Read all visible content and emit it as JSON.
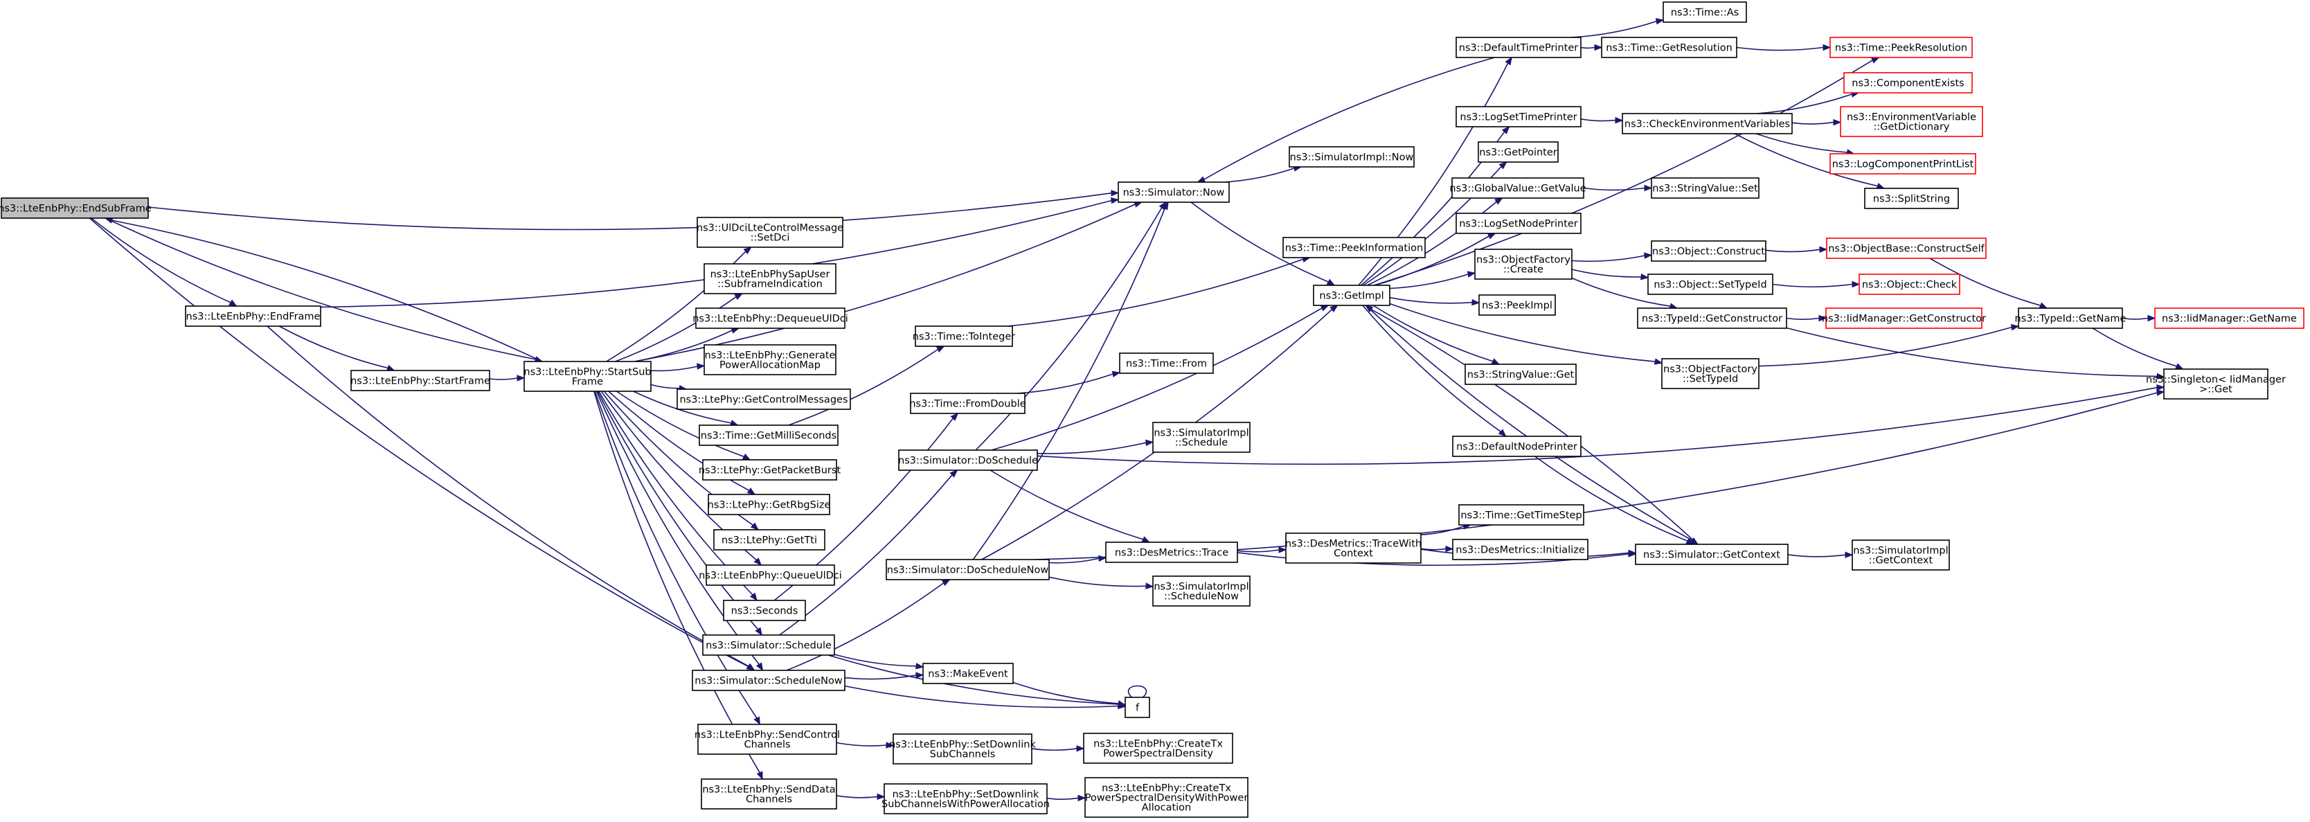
{
  "colors": {
    "edge": "#191970",
    "root_fill": "#bfbfbf",
    "truncated_border": "#ff0000",
    "node_border": "#000000"
  },
  "nodes": {
    "n_endsubframe": {
      "lines": [
        "ns3::LteEnbPhy::EndSubFrame"
      ]
    },
    "n_endframe": {
      "lines": [
        "ns3::LteEnbPhy::EndFrame"
      ]
    },
    "n_startframe": {
      "lines": [
        "ns3::LteEnbPhy::StartFrame"
      ]
    },
    "n_startsub": {
      "lines": [
        "ns3::LteEnbPhy::StartSub",
        "Frame"
      ]
    },
    "n_setdci": {
      "lines": [
        "ns3::UlDciLteControlMessage",
        "::SetDci"
      ]
    },
    "n_sapuser": {
      "lines": [
        "ns3::LteEnbPhySapUser",
        "::SubframeIndication"
      ]
    },
    "n_dequeue": {
      "lines": [
        "ns3::LteEnbPhy::DequeueUlDci"
      ]
    },
    "n_genpower": {
      "lines": [
        "ns3::LteEnbPhy::Generate",
        "PowerAllocationMap"
      ]
    },
    "n_getctrl": {
      "lines": [
        "ns3::LtePhy::GetControlMessages"
      ]
    },
    "n_getmilli": {
      "lines": [
        "ns3::Time::GetMilliSeconds"
      ]
    },
    "n_getpacket": {
      "lines": [
        "ns3::LtePhy::GetPacketBurst"
      ]
    },
    "n_getrbg": {
      "lines": [
        "ns3::LtePhy::GetRbgSize"
      ]
    },
    "n_gettti": {
      "lines": [
        "ns3::LtePhy::GetTti"
      ]
    },
    "n_queueul": {
      "lines": [
        "ns3::LteEnbPhy::QueueUlDci"
      ]
    },
    "n_seconds": {
      "lines": [
        "ns3::Seconds"
      ]
    },
    "n_schedule": {
      "lines": [
        "ns3::Simulator::Schedule"
      ]
    },
    "n_schednow": {
      "lines": [
        "ns3::Simulator::ScheduleNow"
      ]
    },
    "n_sendctrl": {
      "lines": [
        "ns3::LteEnbPhy::SendControl",
        "Channels"
      ]
    },
    "n_senddata": {
      "lines": [
        "ns3::LteEnbPhy::SendData",
        "Channels"
      ]
    },
    "n_simnow": {
      "lines": [
        "ns3::Simulator::Now"
      ]
    },
    "n_tointeger": {
      "lines": [
        "ns3::Time::ToInteger"
      ]
    },
    "n_fromdouble": {
      "lines": [
        "ns3::Time::FromDouble"
      ]
    },
    "n_doschedule": {
      "lines": [
        "ns3::Simulator::DoSchedule"
      ]
    },
    "n_doschednow": {
      "lines": [
        "ns3::Simulator::DoScheduleNow"
      ]
    },
    "n_makeevent": {
      "lines": [
        "ns3::MakeEvent"
      ]
    },
    "n_f": {
      "lines": [
        "f"
      ]
    },
    "n_setdl": {
      "lines": [
        "ns3::LteEnbPhy::SetDownlink",
        "SubChannels"
      ]
    },
    "n_setdlpa": {
      "lines": [
        "ns3::LteEnbPhy::SetDownlink",
        "SubChannelsWithPowerAllocation"
      ]
    },
    "n_implnow": {
      "lines": [
        "ns3::SimulatorImpl::Now"
      ]
    },
    "n_peekinfo": {
      "lines": [
        "ns3::Time::PeekInformation"
      ]
    },
    "n_from": {
      "lines": [
        "ns3::Time::From"
      ]
    },
    "n_implsched": {
      "lines": [
        "ns3::SimulatorImpl",
        "::Schedule"
      ]
    },
    "n_destrace": {
      "lines": [
        "ns3::DesMetrics::Trace"
      ]
    },
    "n_implschednow": {
      "lines": [
        "ns3::SimulatorImpl",
        "::ScheduleNow"
      ]
    },
    "n_createtx": {
      "lines": [
        "ns3::LteEnbPhy::CreateTx",
        "PowerSpectralDensity"
      ]
    },
    "n_createtxpa": {
      "lines": [
        "ns3::LteEnbPhy::CreateTx",
        "PowerSpectralDensityWithPower",
        "Allocation"
      ]
    },
    "n_getimpl": {
      "lines": [
        "ns3::GetImpl"
      ]
    },
    "n_tracectx": {
      "lines": [
        "ns3::DesMetrics::TraceWith",
        "Context"
      ]
    },
    "n_deftime": {
      "lines": [
        "ns3::DefaultTimePrinter"
      ]
    },
    "n_logtime": {
      "lines": [
        "ns3::LogSetTimePrinter"
      ]
    },
    "n_getpointer": {
      "lines": [
        "ns3::GetPointer"
      ]
    },
    "n_gvgetvalue": {
      "lines": [
        "ns3::GlobalValue::GetValue"
      ]
    },
    "n_lognode": {
      "lines": [
        "ns3::LogSetNodePrinter"
      ]
    },
    "n_ofcreate": {
      "lines": [
        "ns3::ObjectFactory",
        "::Create"
      ]
    },
    "n_peekimpl": {
      "lines": [
        "ns3::PeekImpl"
      ]
    },
    "n_svget": {
      "lines": [
        "ns3::StringValue::Get"
      ]
    },
    "n_defnode": {
      "lines": [
        "ns3::DefaultNodePrinter"
      ]
    },
    "n_gettimestep": {
      "lines": [
        "ns3::Time::GetTimeStep"
      ]
    },
    "n_desinit": {
      "lines": [
        "ns3::DesMetrics::Initialize"
      ]
    },
    "n_getcontext": {
      "lines": [
        "ns3::Simulator::GetContext"
      ]
    },
    "n_timeas": {
      "lines": [
        "ns3::Time::As"
      ]
    },
    "n_getres": {
      "lines": [
        "ns3::Time::GetResolution"
      ]
    },
    "n_peekres": {
      "lines": [
        "ns3::Time::PeekResolution"
      ]
    },
    "n_checkenv": {
      "lines": [
        "ns3::CheckEnvironmentVariables"
      ]
    },
    "n_svset": {
      "lines": [
        "ns3::StringValue::Set"
      ]
    },
    "n_objconstruct": {
      "lines": [
        "ns3::Object::Construct"
      ]
    },
    "n_objsettypeid": {
      "lines": [
        "ns3::Object::SetTypeId"
      ]
    },
    "n_getctor": {
      "lines": [
        "ns3::TypeId::GetConstructor"
      ]
    },
    "n_ofsettypeid": {
      "lines": [
        "ns3::ObjectFactory",
        "::SetTypeId"
      ]
    },
    "n_implgetctx": {
      "lines": [
        "ns3::SimulatorImpl",
        "::GetContext"
      ]
    },
    "n_compexists": {
      "lines": [
        "ns3::ComponentExists"
      ]
    },
    "n_envdict": {
      "lines": [
        "ns3::EnvironmentVariable",
        "::GetDictionary"
      ]
    },
    "n_logprint": {
      "lines": [
        "ns3::LogComponentPrintList"
      ]
    },
    "n_splitstring": {
      "lines": [
        "ns3::SplitString"
      ]
    },
    "n_ctorself": {
      "lines": [
        "ns3::ObjectBase::ConstructSelf"
      ]
    },
    "n_objcheck": {
      "lines": [
        "ns3::Object::Check"
      ]
    },
    "n_iidgetctor": {
      "lines": [
        "ns3::IidManager::GetConstructor"
      ]
    },
    "n_typeidname": {
      "lines": [
        "ns3::TypeId::GetName"
      ]
    },
    "n_iidgetname": {
      "lines": [
        "ns3::IidManager::GetName"
      ]
    },
    "n_singleton": {
      "lines": [
        "ns3::Singleton< IidManager",
        " >::Get"
      ]
    }
  }
}
